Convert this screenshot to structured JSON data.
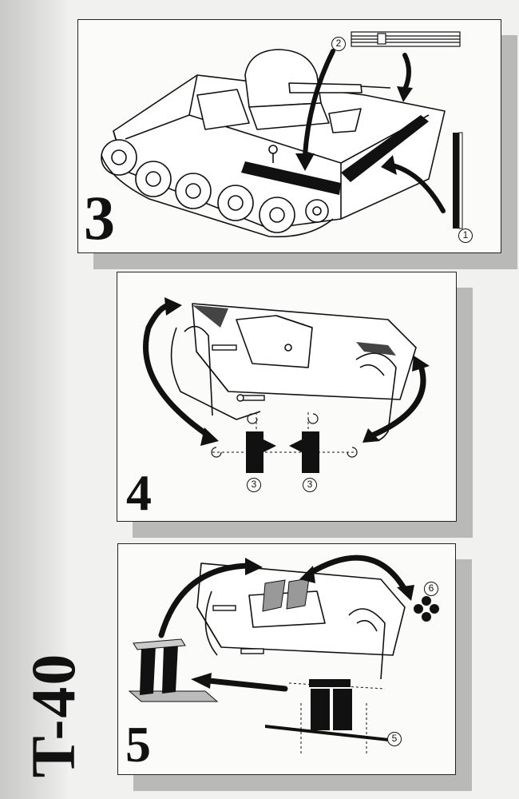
{
  "model": {
    "title": "T-40"
  },
  "steps": [
    {
      "number": "3",
      "parts": [
        "1",
        "2"
      ]
    },
    {
      "number": "4",
      "parts": [
        "3",
        "3"
      ]
    },
    {
      "number": "5",
      "parts": [
        "5",
        "6"
      ]
    }
  ],
  "colors": {
    "ink": "#111111",
    "paper": "#fbfbf9",
    "shadow": "#b9b9b7",
    "strip": "#d0d0ce"
  }
}
